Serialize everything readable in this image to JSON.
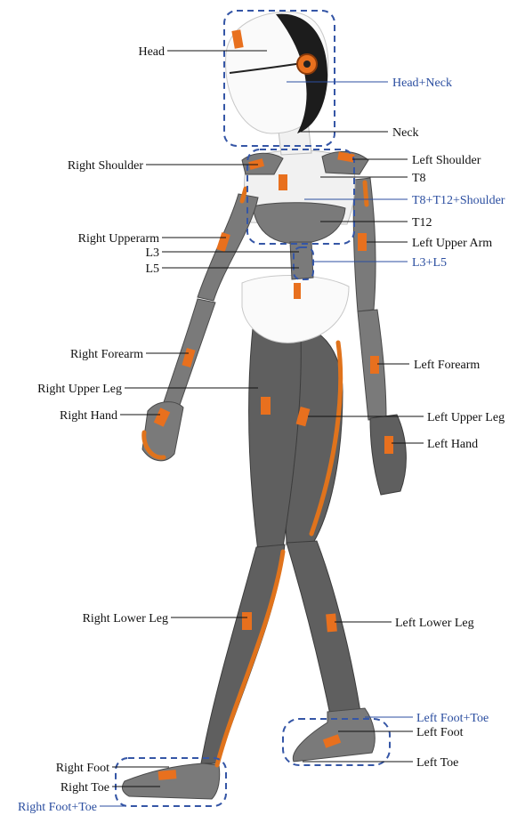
{
  "labels": {
    "head": "Head",
    "head_neck": "Head+Neck",
    "neck": "Neck",
    "right_shoulder": "Right Shoulder",
    "left_shoulder": "Left Shoulder",
    "t8": "T8",
    "t8_t12_shoulder": "T8+T12+Shoulder",
    "t12": "T12",
    "right_upperarm": "Right Upperarm",
    "left_upper_arm": "Left Upper Arm",
    "l3": "L3",
    "l5": "L5",
    "l3_l5": "L3+L5",
    "right_forearm": "Right Forearm",
    "left_forearm": "Left Forearm",
    "right_upper_leg": "Right Upper Leg",
    "right_hand": "Right Hand",
    "left_upper_leg": "Left Upper Leg",
    "left_hand": "Left Hand",
    "right_lower_leg": "Right Lower Leg",
    "left_lower_leg": "Left Lower Leg",
    "left_foot_toe": "Left Foot+Toe",
    "left_foot": "Left Foot",
    "left_toe": "Left Toe",
    "right_foot": "Right Foot",
    "right_toe": "Right Toe",
    "right_foot_toe": "Right Foot+Toe"
  },
  "colors": {
    "sensor": "#e8701e",
    "group_outline": "#3556a6",
    "group_text": "#2b4ea0",
    "segment_text": "#111111"
  }
}
